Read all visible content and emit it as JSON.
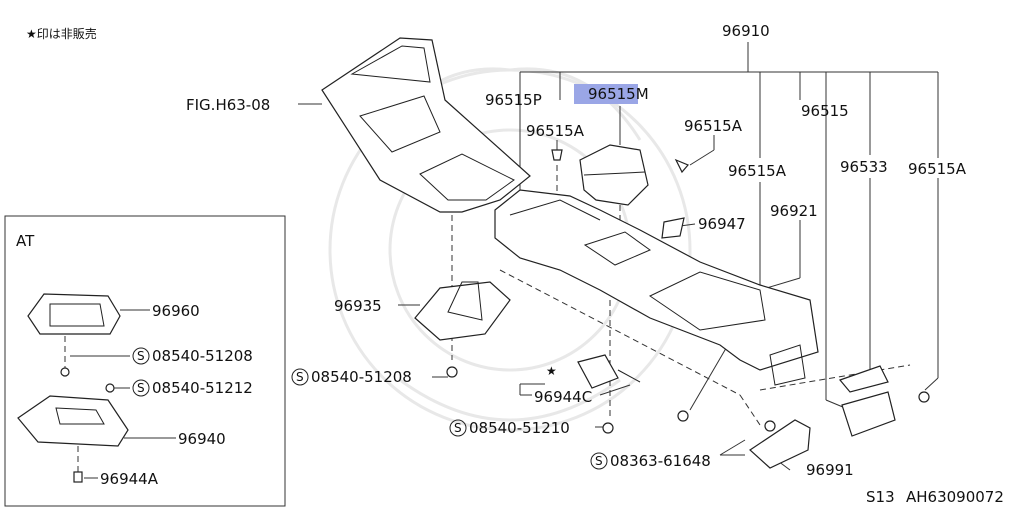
{
  "note": "★印は非販売",
  "star": "★",
  "inset_title": "AT",
  "footer": {
    "model": "S13",
    "ref": "AH63090072"
  },
  "highlight_color": "#9aa6e6",
  "callouts": {
    "main_group": "96910",
    "fig_ref": "FIG.H63-08",
    "p96515P": "96515P",
    "p96515M": "96515M",
    "p96515A_left": "96515A",
    "p96515A_mid": "96515A",
    "p96515": "96515",
    "p96515A_col": "96515A",
    "p96533": "96533",
    "p96515A_right": "96515A",
    "p96921": "96921",
    "p96947": "96947",
    "p96935": "96935",
    "p96944C": "96944C",
    "s08540_51208_main": "08540-51208",
    "s08540_51210": "08540-51210",
    "s08363_61648": "08363-61648",
    "p96991": "96991",
    "at_96960": "96960",
    "at_08540_51208": "08540-51208",
    "at_08540_51212": "08540-51212",
    "at_96940": "96940",
    "at_96944A": "96944A"
  },
  "s_marker": "S"
}
